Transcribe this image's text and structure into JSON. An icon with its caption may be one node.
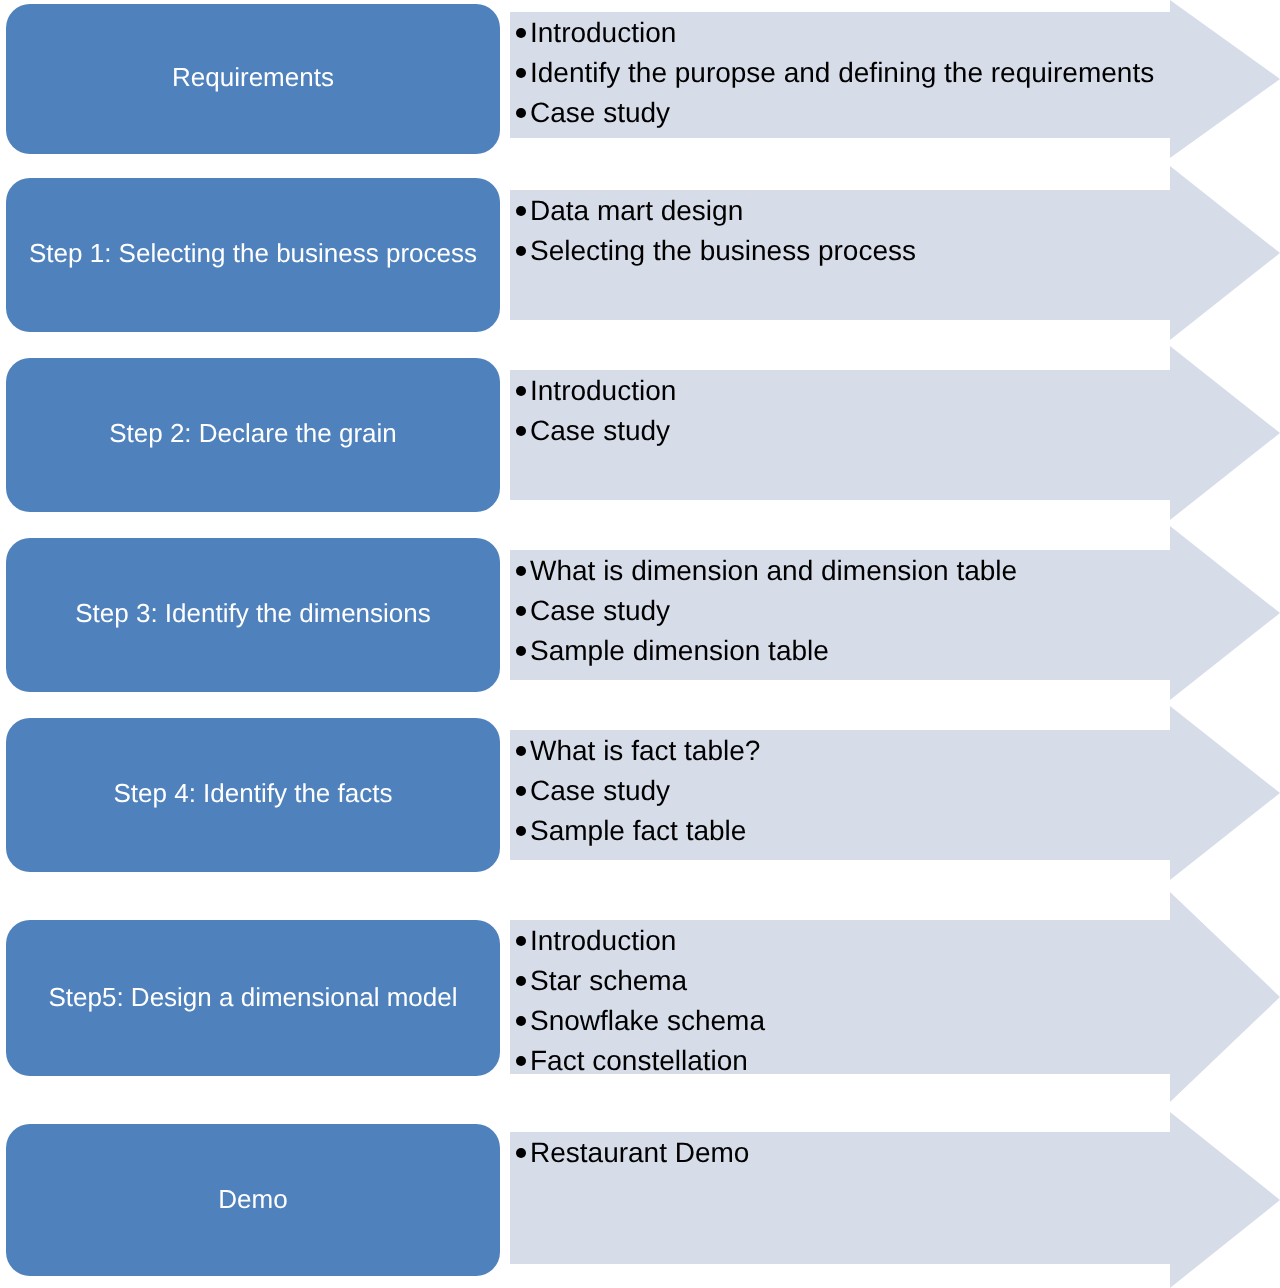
{
  "diagram": {
    "nodes": [
      {
        "text": [
          "Requirements"
        ]
      },
      {
        "text": [
          "Introduction",
          "Identify the puropse and defining the requirements",
          "Case study"
        ]
      },
      {
        "text": [
          "Step 1: Selecting the business process"
        ]
      },
      {
        "text": [
          "Data mart design",
          "Selecting the business process"
        ]
      },
      {
        "text": [
          "Step 2: Declare the grain"
        ]
      },
      {
        "text": [
          "Introduction",
          "Case study"
        ]
      },
      {
        "text": [
          "Step 3: Identify the dimensions"
        ]
      },
      {
        "text": [
          "What is dimension and dimension table",
          "Case study",
          "Sample dimension table"
        ]
      },
      {
        "text": [
          "Step 4: Identify the facts"
        ]
      },
      {
        "text": [
          "What is fact table?",
          "Case study",
          "Sample fact table"
        ]
      },
      {
        "text": [
          "Step5: Design a dimensional model"
        ]
      },
      {
        "text": [
          "Introduction",
          "Star schema",
          "Snowflake schema",
          "Fact constellation"
        ]
      },
      {
        "text": [
          "Demo"
        ]
      },
      {
        "text": [
          "Restaurant Demo"
        ]
      }
    ]
  }
}
